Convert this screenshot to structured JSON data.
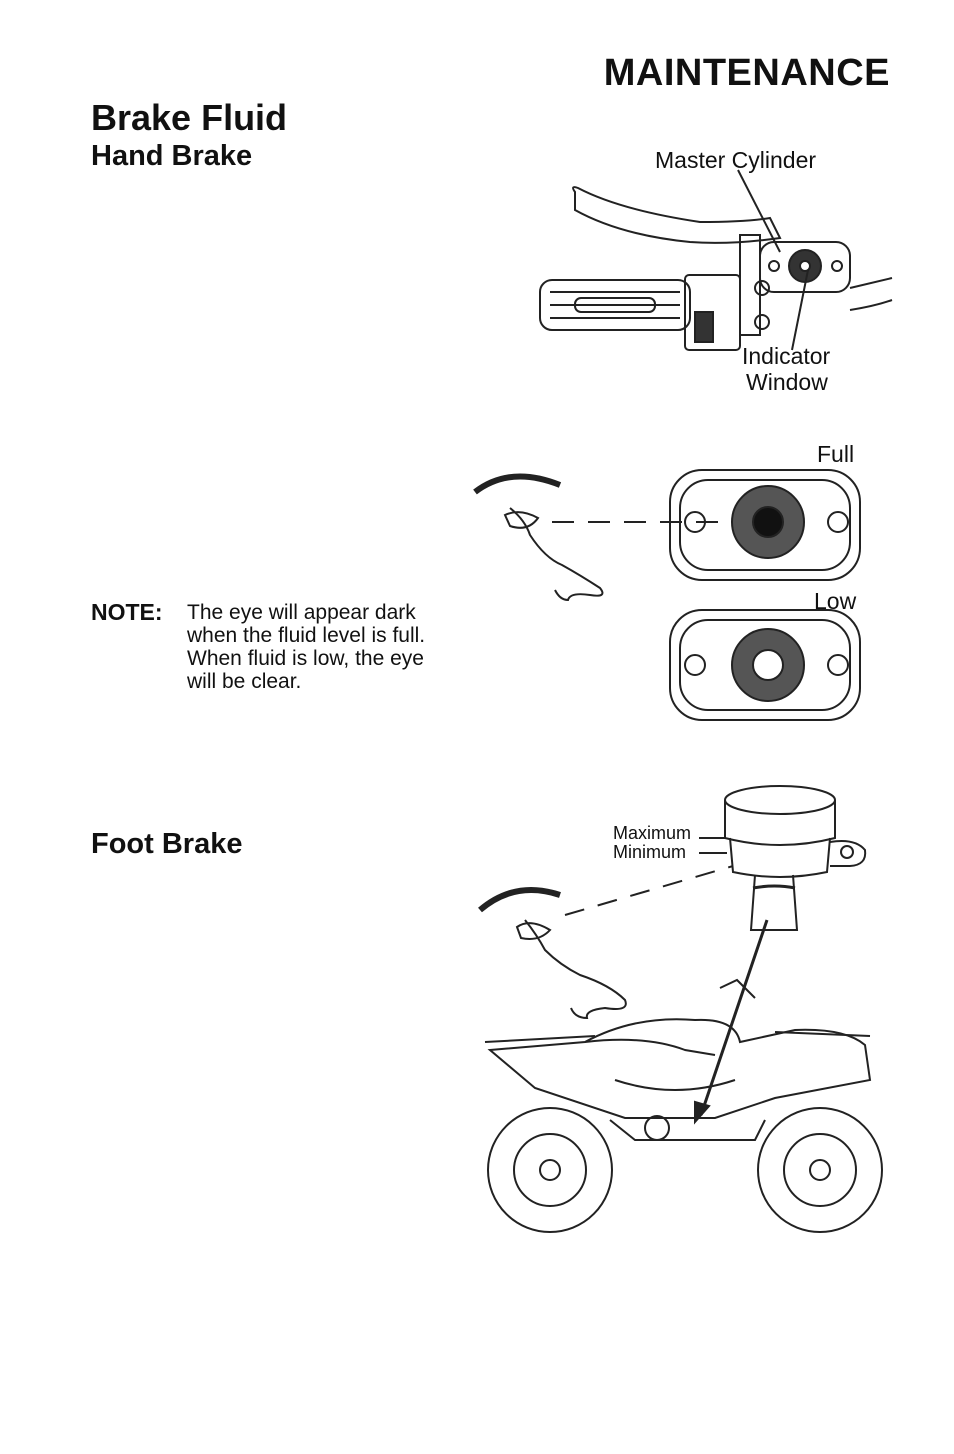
{
  "header": {
    "title": "MAINTENANCE"
  },
  "section": {
    "title": "Brake Fluid"
  },
  "hand_brake": {
    "heading": "Hand Brake",
    "labels": {
      "master_cylinder": "Master Cylinder",
      "indicator_window_1": "Indicator",
      "indicator_window_2": "Window"
    },
    "level_labels": {
      "full": "Full",
      "low": "Low"
    }
  },
  "note": {
    "label": "NOTE:",
    "text": "The eye will appear dark when the fluid level is full. When fluid is low, the eye will be clear."
  },
  "foot_brake": {
    "heading": "Foot Brake",
    "labels": {
      "maximum": "Maximum",
      "minimum": "Minimum"
    }
  }
}
